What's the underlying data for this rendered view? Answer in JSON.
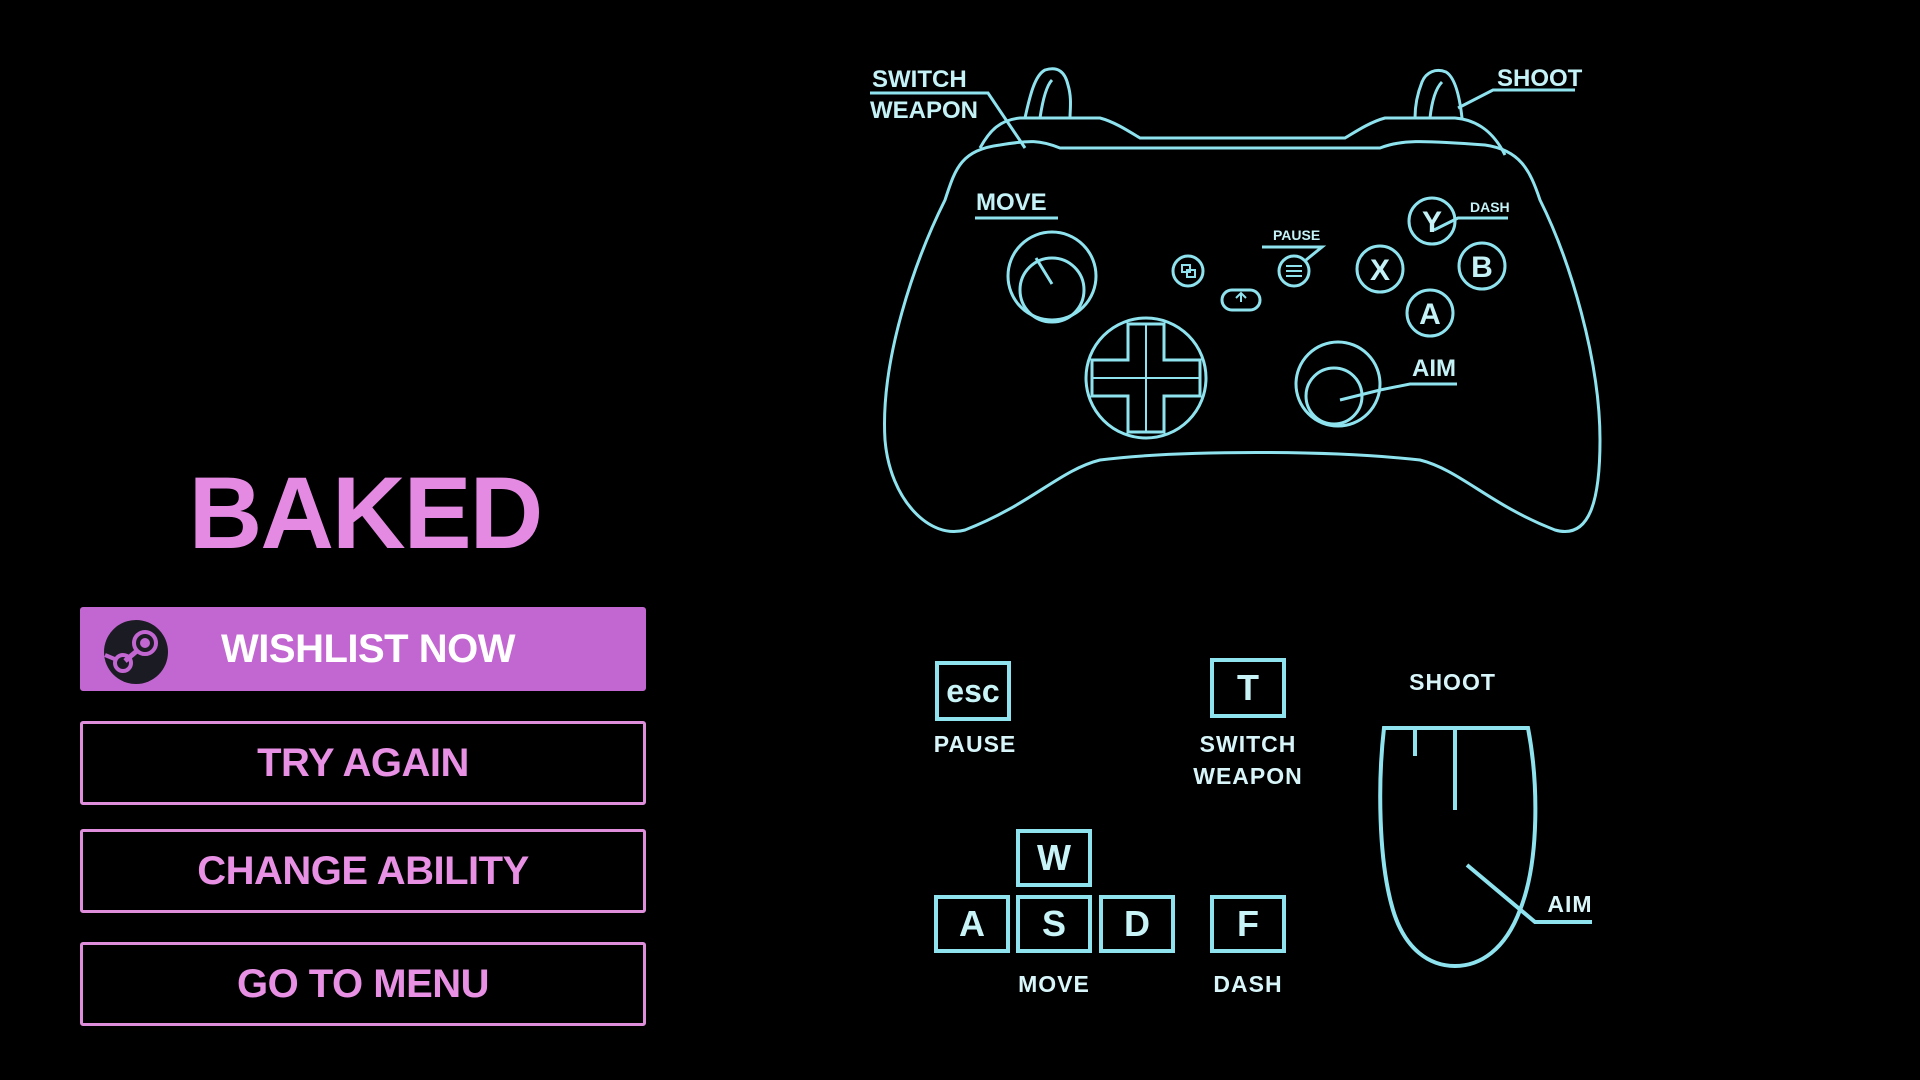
{
  "game_title": "BAKED",
  "menu": {
    "wishlist": "WISHLIST NOW",
    "try_again": "TRY AGAIN",
    "change_ability": "CHANGE ABILITY",
    "go_to_menu": "GO TO MENU"
  },
  "gamepad": {
    "switch_weapon_line1": "SWITCH",
    "switch_weapon_line2": "WEAPON",
    "shoot": "SHOOT",
    "move": "MOVE",
    "pause": "PAUSE",
    "dash": "DASH",
    "aim": "AIM",
    "face_buttons": {
      "y": "Y",
      "x": "X",
      "b": "B",
      "a": "A"
    }
  },
  "keyboard": {
    "esc_key": "esc",
    "pause": "PAUSE",
    "t_key": "T",
    "switch_weapon_line1": "SWITCH",
    "switch_weapon_line2": "WEAPON",
    "w_key": "W",
    "a_key": "A",
    "s_key": "S",
    "d_key": "D",
    "move": "MOVE",
    "f_key": "F",
    "dash": "DASH"
  },
  "mouse": {
    "shoot": "SHOOT",
    "aim": "AIM"
  },
  "colors": {
    "accent_pink": "#e48ae3",
    "button_purple": "#c266d1",
    "line_cyan": "#8ee3ef"
  }
}
